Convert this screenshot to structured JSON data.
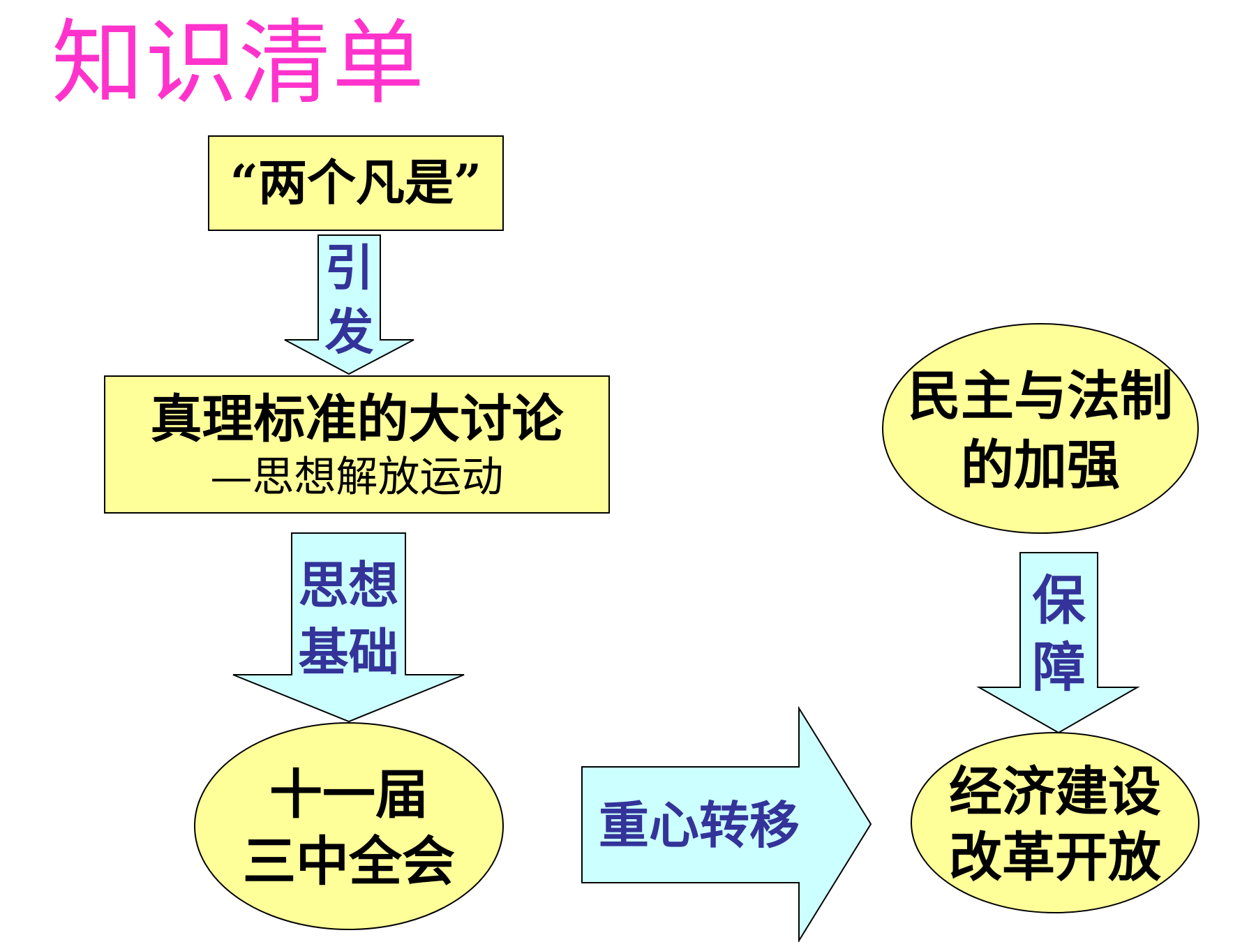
{
  "title": "知识清单",
  "colors": {
    "title": "#ff33cc",
    "box_fill": "#ffff99",
    "arrow_fill": "#ccffff",
    "arrow_text": "#333399",
    "outline": "#000000"
  },
  "nodes": {
    "two_whatevers": "“两个凡是”",
    "truth_debate": "真理标准的大讨论",
    "truth_debate_sub": "—思想解放运动",
    "third_plenum_line1": "十一届",
    "third_plenum_line2": "三中全会",
    "democracy_line1": "民主与法制",
    "democracy_line2": "的加强",
    "economy_line1": "经济建设",
    "economy_line2": "改革开放"
  },
  "arrows": {
    "trigger_line1": "引",
    "trigger_line2": "发",
    "foundation_line1": "思想",
    "foundation_line2": "基础",
    "shift": "重心转移",
    "guarantee_line1": "保",
    "guarantee_line2": "障"
  }
}
